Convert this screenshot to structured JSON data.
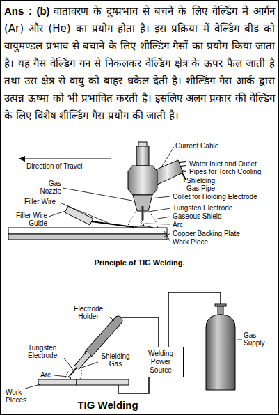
{
  "diagram": {
    "nodes": [
      {
        "text": [
          "Welding Power Source"
        ]
      }
    ],
    "labels": [
      "Ans : (b)",
      "वातावरण के दुष्प्रभाव से बचने के लिए वेल्डिंग में आर्गन (Ar) और (He) का प्रयोग होता है। इस प्रक्रिया में वेल्डिंग बीड को वायुमण्डल प्रभाव से बचाने के लिए शील्डिंग गैसों का प्रयोग किया जाता है। यह गैस वेल्डिंग गन से निकलकर वेल्डिंग क्षेत्र के ऊपर फैल जाती है तथा उस क्षेत्र से वायु को बाहर धकेल देती है। शील्डिंग गैस आर्क द्वारा उत्पन्न ऊष्मा को भी प्रभावित करती है। इसलिए अलग प्रकार की वेल्डिंग के लिए विशेष शील्डिंग गैस प्रयोग की जाती है।",
      "Current Cable",
      "Direction of Travel",
      "Water Inlet and Outlet Pipes for Torch Cooling",
      "Shielding Gas Pipe",
      "Gas Nozzle",
      "Collet for Holding Electrode",
      "Filler Wire",
      "Tungsten Electrode",
      "Filler Wire Guide",
      "Gaseous Shield",
      "Arc",
      "Copper Backing Plate",
      "Work Piece",
      "Principle of TIG Welding.",
      "Electrode Holder",
      "Gas Supply",
      "Tungsten Electrode",
      "Shielding Gas",
      "Arc",
      "Work Pieces",
      "TIG Welding"
    ]
  }
}
